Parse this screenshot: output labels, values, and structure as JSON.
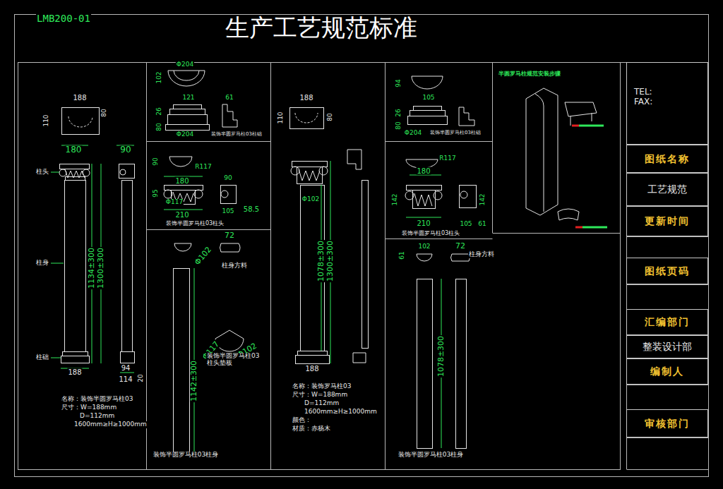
{
  "diagram": {
    "title": "生产工艺规范标准",
    "nodes": [
      {
        "text": [
          "TEL:",
          "FAX:"
        ]
      },
      {
        "text": [
          "图纸名称"
        ]
      },
      {
        "text": [
          "工艺规范"
        ]
      },
      {
        "text": [
          "更新时间"
        ]
      },
      {
        "text": [
          "图纸页码"
        ]
      },
      {
        "text": [
          "汇编部门"
        ]
      },
      {
        "text": [
          "整装设计部"
        ]
      },
      {
        "text": [
          "编制人"
        ]
      },
      {
        "text": [
          "审核部门"
        ]
      }
    ],
    "labels": [
      "LMB200-01",
      "188",
      "110",
      "80",
      "180",
      "90",
      "柱头",
      "1134±300",
      "1300±300",
      "柱身",
      "柱础",
      "188",
      "94",
      "114",
      "20",
      "名称：装饰半圆罗马柱03",
      "尺寸：W=188mm",
      "D=112mm",
      "1600mm≥H≥1000mm",
      "Φ204",
      "102",
      "121",
      "61",
      "26",
      "80",
      "Φ204",
      "装饰半圆罗马柱03柱础",
      "90",
      "R117",
      "180",
      "95",
      "90",
      "Φ117",
      "210",
      "105",
      "58.5",
      "装饰半圆罗马柱03柱头",
      "72",
      "Φ102",
      "柱身方料",
      "Φ117",
      "Φ102",
      "装饰半圆罗马柱03 柱头垫板",
      "1142±300",
      "装饰半圆罗马柱03柱身",
      "188",
      "110",
      "80",
      "Φ102",
      "1078±300",
      "1300±300",
      "188",
      "名称：装饰罗马柱03",
      "尺寸：W=188mm",
      "D=112mm",
      "1600mm≥H≥1000mm",
      "颜色：",
      "材质：赤杨木",
      "94",
      "105",
      "26",
      "80",
      "Φ204",
      "装饰半圆罗马柱03柱础",
      "180",
      "R117",
      "142",
      "210",
      "142",
      "105",
      "61",
      "装饰半圆罗马柱03柱头",
      "61",
      "102",
      "72",
      "柱身方料",
      "1078±300",
      "装饰半圆罗马柱03柱身",
      "半圆罗马柱规范安装步骤"
    ]
  }
}
